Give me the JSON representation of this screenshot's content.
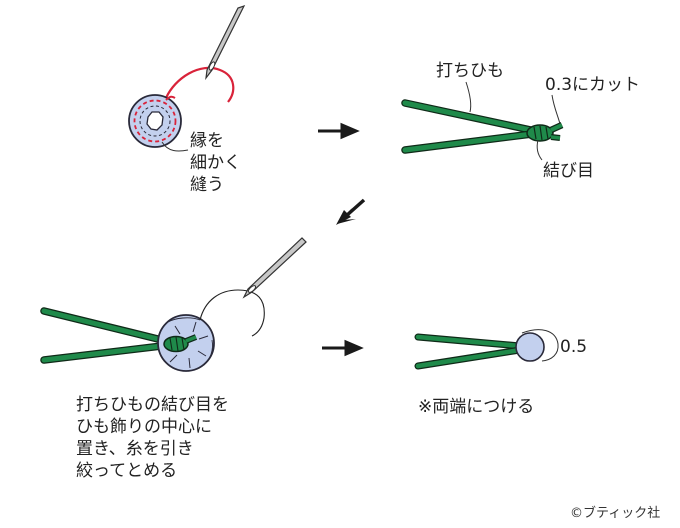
{
  "step1": {
    "note_lines": [
      "縁を",
      "細かく",
      "縫う"
    ]
  },
  "step2": {
    "cord_label": "打ちひも",
    "cut_label": "0.3にカット",
    "knot_label": "結び目"
  },
  "step3": {
    "instruction_lines": [
      "打ちひもの結び目を",
      "ひも飾りの中心に",
      "置き、糸を引き",
      "絞ってとめる"
    ]
  },
  "step4": {
    "size_label": "0.5",
    "note": "※両端につける"
  },
  "credit": "©ブティック社",
  "colors": {
    "cord": "#1f8a4a",
    "cord_outline": "#0f2a18",
    "fabric": "#c3d0ee",
    "fabric_outline": "#2a2a3a",
    "stitch_thread": "#d9233a",
    "arrow": "#1a1a1a"
  }
}
